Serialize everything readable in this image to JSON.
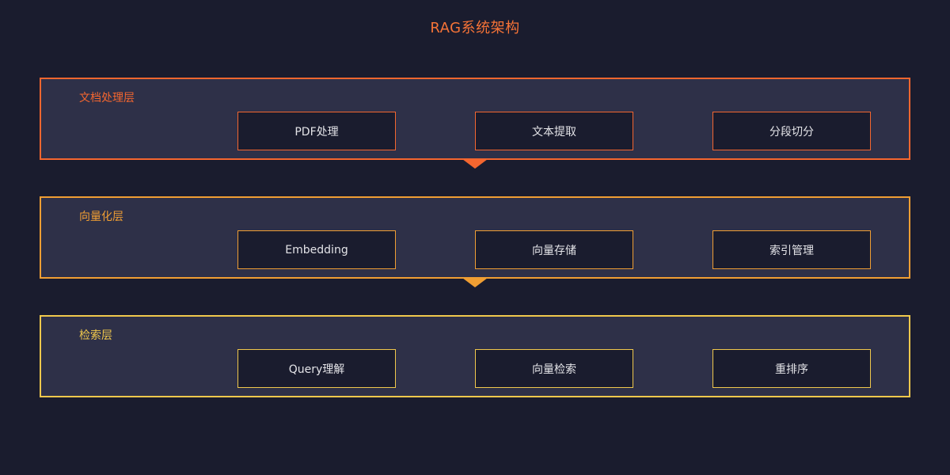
{
  "title": "RAG系统架构",
  "colors": {
    "page_background": "#1a1c2e",
    "layer_background": "#2e3048",
    "node_background": "#1a1c2e",
    "node_text": "#e4e4e8",
    "title_text": "#f57337",
    "layer1_accent": "#f4662f",
    "layer2_accent": "#f09e33",
    "layer3_accent": "#f0c84c"
  },
  "layers": [
    {
      "label": "文档处理层",
      "color": "#f4662f",
      "boxes": [
        "PDF处理",
        "文本提取",
        "分段切分"
      ]
    },
    {
      "label": "向量化层",
      "color": "#f09e33",
      "boxes": [
        "Embedding",
        "向量存储",
        "索引管理"
      ]
    },
    {
      "label": "检索层",
      "color": "#f0c84c",
      "boxes": [
        "Query理解",
        "向量检索",
        "重排序"
      ]
    }
  ],
  "arrows": [
    {
      "from": "文档处理层",
      "to": "向量化层",
      "direction": "down",
      "color": "#f4662f"
    },
    {
      "from": "向量化层",
      "to": "检索层",
      "direction": "down",
      "color": "#f09e33"
    }
  ]
}
